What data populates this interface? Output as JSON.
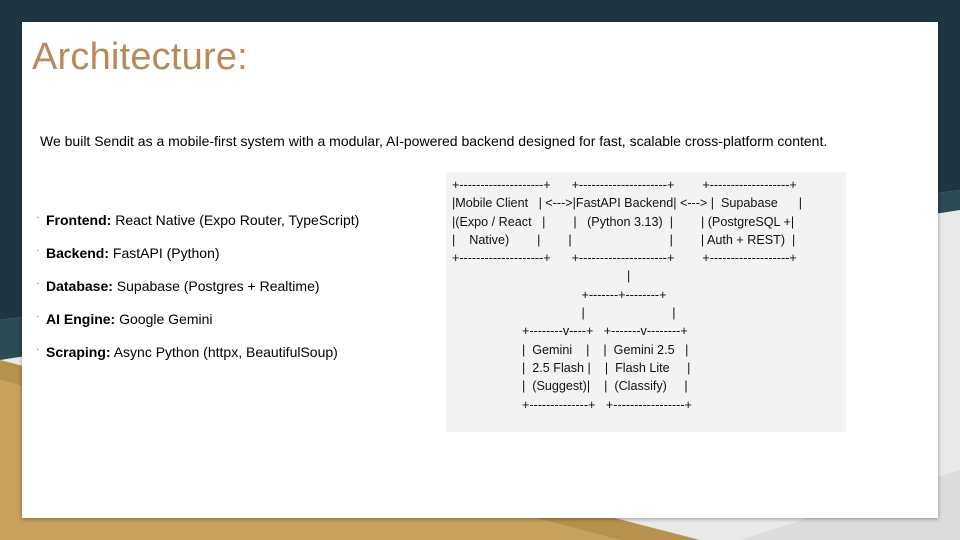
{
  "slide": {
    "title": "Architecture:",
    "intro": "We built Sendit as a mobile-first system with a modular, AI-powered backend designed for fast, scalable cross-platform content.",
    "bullets": [
      {
        "label": "Frontend:",
        "text": " React Native (Expo Router, TypeScript)"
      },
      {
        "label": "Backend:",
        "text": " FastAPI (Python)"
      },
      {
        "label": "Database:",
        "text": " Supabase (Postgres + Realtime)"
      },
      {
        "label": "AI Engine:",
        "text": " Google Gemini"
      },
      {
        "label": "Scraping:",
        "text": " Async Python (httpx, BeautifulSoup)"
      }
    ]
  },
  "diagram": {
    "ascii": "+--------------------+      +---------------------+        +-------------------+\n|Mobile Client   | <--->|FastAPI Backend| <---> |  Supabase      |\n|(Expo / React   |        |   (Python 3.13)  |        | (PostgreSQL +|\n|    Native)        |        |                            |        | Auth + REST)  |\n+--------------------+      +---------------------+        +-------------------+\n                                                  |\n                                     +-------+--------+\n                                     |                         |\n                    +--------v----+   +-------v--------+\n                    |  Gemini    |    |  Gemini 2.5   |\n                    |  2.5 Flash |    |  Flash Lite     |\n                    |  (Suggest)|    |  (Classify)     |\n                    +--------------+   +-----------------+"
  },
  "colors": {
    "title": "#b98a59",
    "dark_band": "#1f3640",
    "gold_band": "#c8a15c",
    "background": "#e9e9e9"
  }
}
